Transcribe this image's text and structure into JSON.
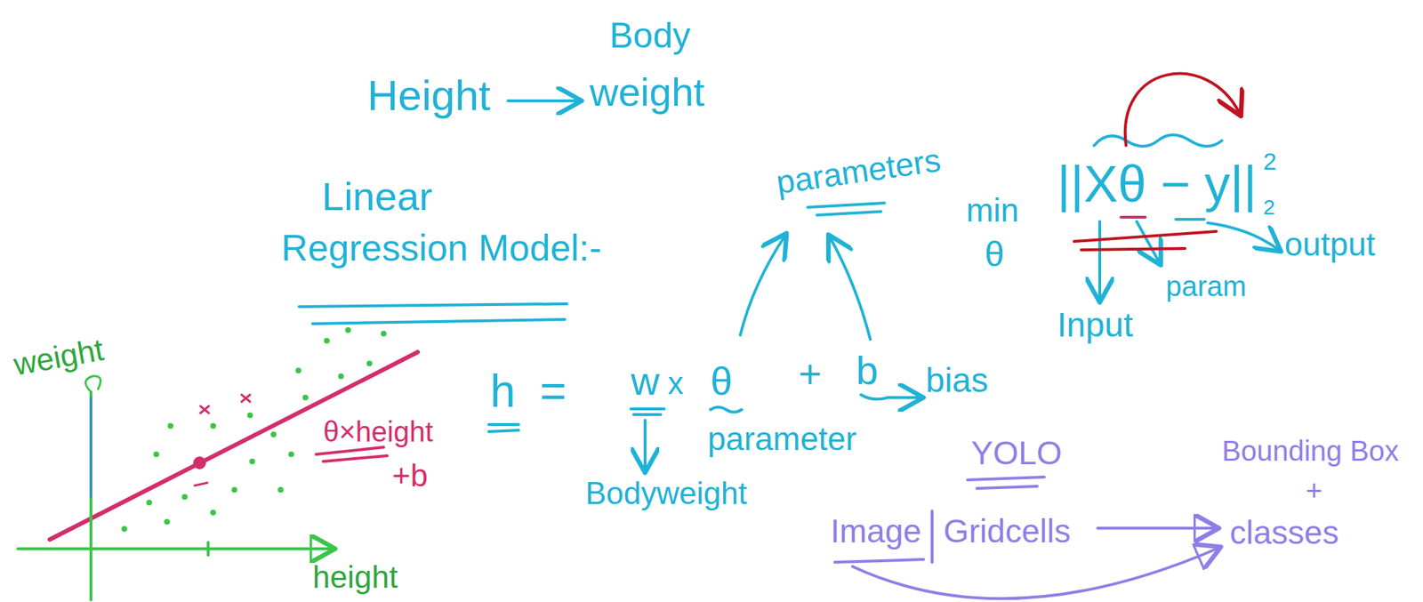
{
  "diagram": {
    "labels": [
      "Body",
      "Height",
      "weight",
      "Linear",
      "Regression Model:-",
      "parameters",
      "min",
      "θ",
      "||Xθ − y||",
      "2",
      "2",
      "Input",
      "param",
      "output",
      "h",
      "=",
      "w",
      "x",
      "θ",
      "+",
      "b",
      "bias",
      "parameter",
      "Bodyweight",
      "weight",
      "height",
      "θ×height",
      "+b",
      "YOLO",
      "Image",
      "Gridcells",
      "Bounding Box",
      "+",
      "classes"
    ]
  }
}
